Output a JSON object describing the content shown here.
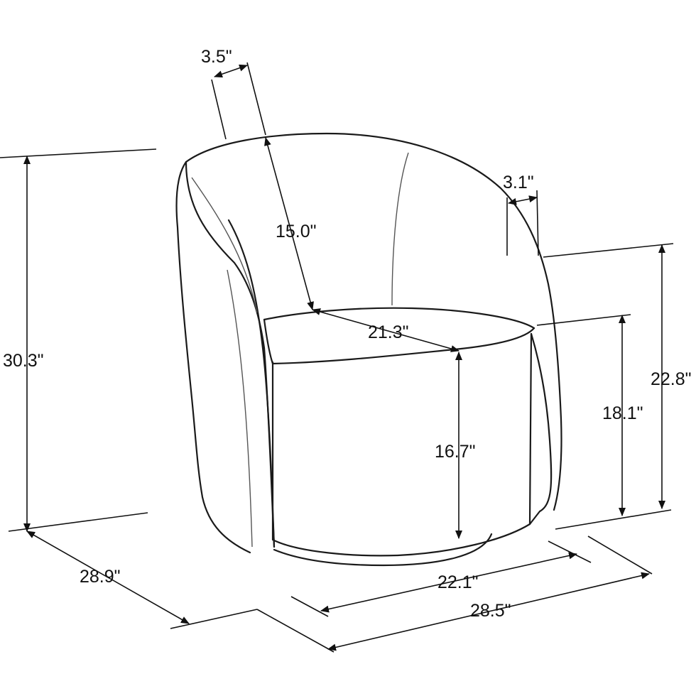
{
  "dimensions": {
    "back_thickness": "3.5\"",
    "arm_width": "3.1\"",
    "seat_back_height": "15.0\"",
    "seat_depth": "21.3\"",
    "overall_height": "30.3\"",
    "arm_height": "22.8\"",
    "seat_front_height": "18.1\"",
    "seat_height": "16.7\"",
    "overall_depth": "28.9\"",
    "seat_width": "22.1\"",
    "overall_width": "28.5\""
  }
}
